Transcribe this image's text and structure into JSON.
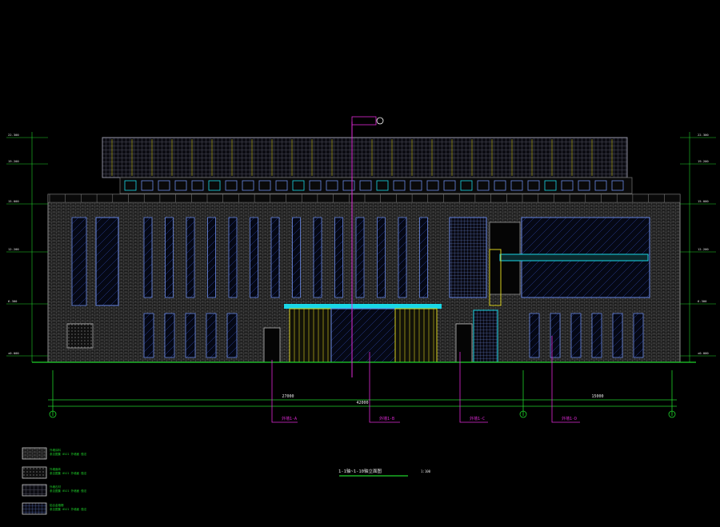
{
  "colors": {
    "background": "#000000",
    "wall": "#6b6b6b",
    "window": "#4a6ad8",
    "green": "#1fd12a",
    "cyan": "#19d7e6",
    "yellow": "#d8d020",
    "magenta": "#e02ad8",
    "white": "#e8e8e8",
    "orange": "#e07020"
  },
  "drawing": {
    "title": "1-1轴~1-10轴立面图",
    "scale": "1:100"
  },
  "levels": {
    "left": [
      "22.300",
      "19.200",
      "15.000",
      "12.200",
      "6.300",
      "±0.000"
    ],
    "right": [
      "22.300",
      "19.200",
      "15.000",
      "12.200",
      "6.300",
      "±0.000"
    ]
  },
  "dimensions": {
    "overall": "42000",
    "segment_left": "27000",
    "segment_right": "15000"
  },
  "callouts": [
    {
      "text": "外墙1-A",
      "id": "callout-1"
    },
    {
      "text": "外墙1-B",
      "id": "callout-2"
    },
    {
      "text": "外墙1-C",
      "id": "callout-3"
    },
    {
      "text": "外墙1-D",
      "id": "callout-4"
    }
  ],
  "legend": [
    {
      "title": "外墙涂料",
      "spec": "参见图集 05J1  外墙面 做法"
    },
    {
      "title": "外墙面砖",
      "spec": "参见图集 05J1  外墙面 做法"
    },
    {
      "title": "外墙石材",
      "spec": "参见图集 05J1  外墙面 做法"
    },
    {
      "title": "铝合金格栅",
      "spec": "参见图集 05J1  外墙面 做法"
    }
  ]
}
